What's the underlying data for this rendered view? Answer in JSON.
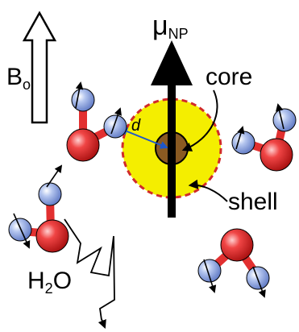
{
  "labels": {
    "b0_main": "B",
    "b0_sub": "o",
    "mu_main": "μ",
    "mu_sub": "NP",
    "core": "core",
    "shell": "shell",
    "distance": "d",
    "water_main": "H",
    "water_sub": "2",
    "water_end": "O"
  },
  "colors": {
    "hydrogen": "#8fa6df",
    "oxygen": "#e23030",
    "shell": "#f4ee00",
    "shell_outline": "#d12a2a",
    "core": "#8a5a22",
    "distance_arrow": "#1f57c9",
    "background": "#ffffff"
  }
}
